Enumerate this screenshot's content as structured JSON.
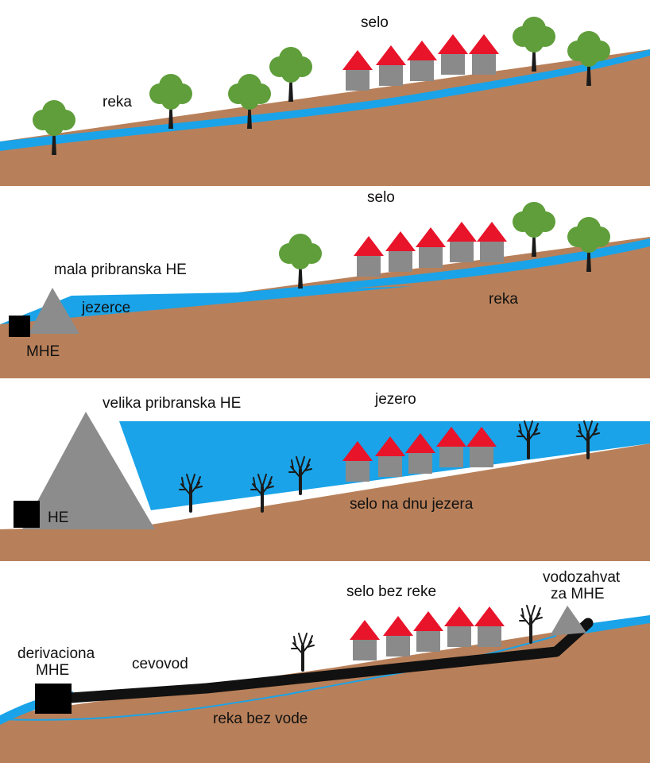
{
  "colors": {
    "ground": "#b8805a",
    "water": "#1aa3e8",
    "tree": "#5f9e3a",
    "trunk": "#1a1a1a",
    "roof": "#e8142a",
    "wall": "#8a8a8a",
    "dam": "#8c8c8c",
    "plant": "#000000",
    "pipe": "#111111"
  },
  "panel1": {
    "village": "selo",
    "river": "reka"
  },
  "panel2": {
    "village": "selo",
    "dam": "mala pribranska HE",
    "pond": "jezerce",
    "river": "reka",
    "plant": "MHE"
  },
  "panel3": {
    "dam": "velika pribranska HE",
    "lake": "jezero",
    "plant": "HE",
    "sunken_village": "selo na dnu jezera"
  },
  "panel4": {
    "village": "selo bez reke",
    "intake_line1": "vodozahvat",
    "intake_line2": "za MHE",
    "plant_line1": "derivaciona",
    "plant_line2": "MHE",
    "pipe": "cevovod",
    "dry_river": "reka bez vode"
  }
}
